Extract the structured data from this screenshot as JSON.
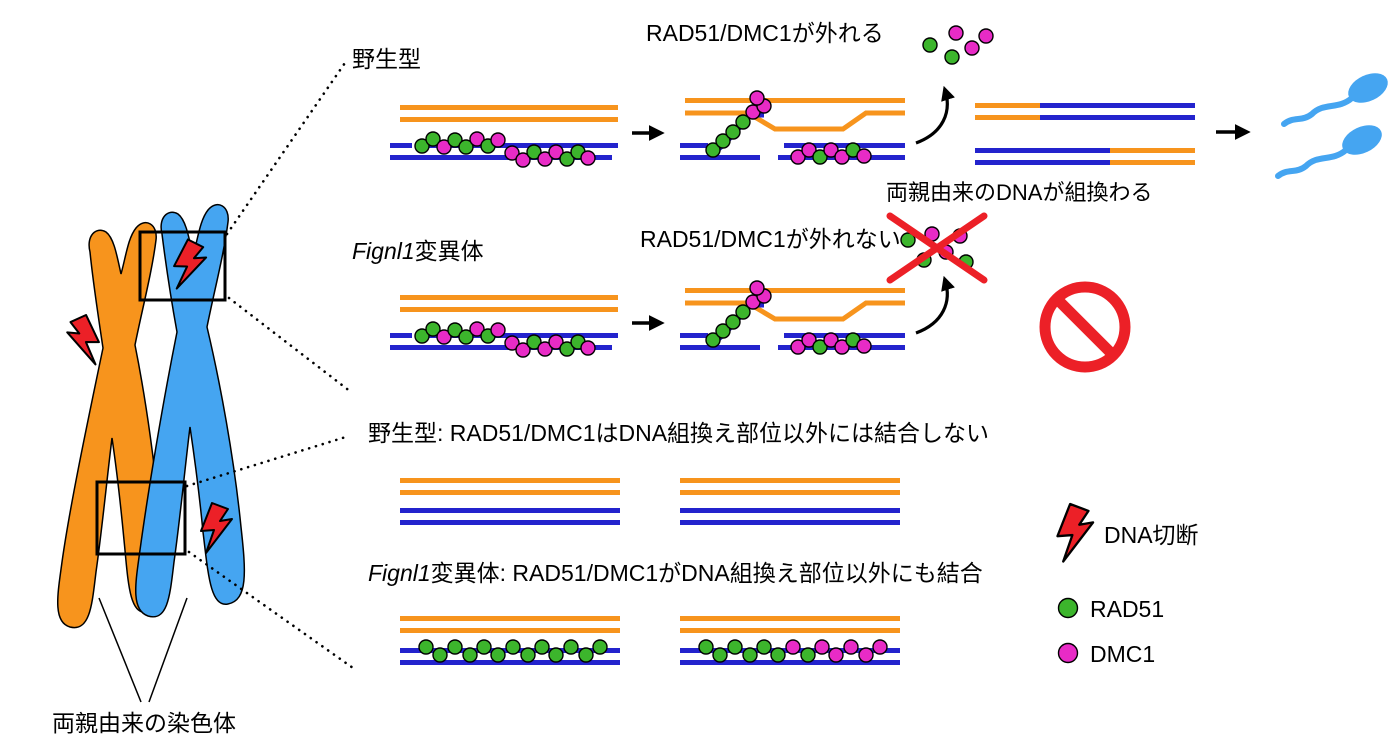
{
  "colors": {
    "orange": "#F7941D",
    "dnablue": "#2323CD",
    "skyblue": "#45A5F1",
    "green": "#3CB52C",
    "magenta": "#E82BC6",
    "red": "#EC2027"
  },
  "chromosomes": {
    "caption": "両親由来の染色体"
  },
  "wildtype_row": {
    "label": "野生型",
    "title": "RAD51/DMC1が外れる",
    "result": "両親由来のDNAが組換わる"
  },
  "mutant_row": {
    "gene": "Fignl1",
    "label_suffix": "変異体",
    "title": "RAD51/DMC1が外れない"
  },
  "wildtype_binding_row": {
    "label": "野生型: RAD51/DMC1はDNA組換え部位以外には結合しない"
  },
  "mutant_binding_row": {
    "gene": "Fignl1",
    "label_suffix": "変異体: RAD51/DMC1がDNA組換え部位以外にも結合"
  },
  "legend": {
    "dna_break": "DNA切断",
    "rad51": "RAD51",
    "dmc1": "DMC1"
  },
  "icons": {
    "dna-break-bolt-icon": "red-lightning-bolt",
    "rad51-dot-icon": "green-circle",
    "dmc1-dot-icon": "magenta-circle",
    "prohibited-icon": "red-circle-with-slash",
    "crossed-out-icon": "red-x-cross",
    "sperm-icon": "sperm-cell",
    "arrow-right-icon": "black-right-arrow",
    "release-arrow-icon": "curved-up-arrow",
    "zoom-box-icon": "black-rectangle-outline"
  }
}
